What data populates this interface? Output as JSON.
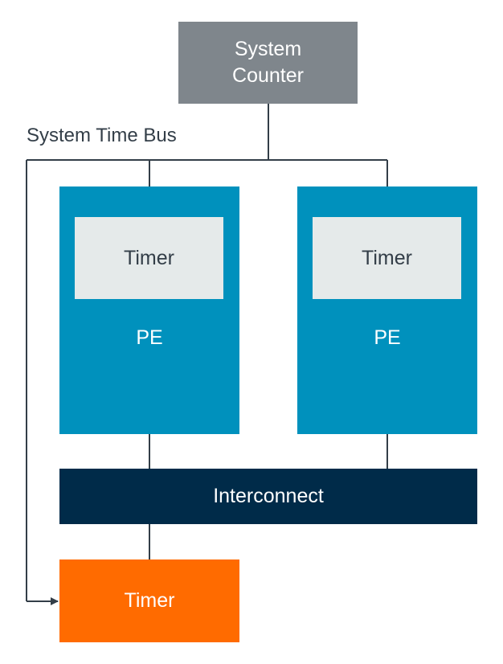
{
  "colors": {
    "system_counter_fill": "#7f868c",
    "pe_fill": "#0091bd",
    "inner_timer_fill": "#e5eaea",
    "interconnect_fill": "#002b49",
    "external_timer_fill": "#ff6b00",
    "line_color": "#333e48",
    "light_text": "#ffffff",
    "dark_text": "#333e48"
  },
  "system_counter": {
    "line1": "System",
    "line2": "Counter"
  },
  "bus_label": "System Time Bus",
  "pe_left": {
    "timer_label": "Timer",
    "pe_label": "PE"
  },
  "pe_right": {
    "timer_label": "Timer",
    "pe_label": "PE"
  },
  "interconnect_label": "Interconnect",
  "external_timer_label": "Timer"
}
